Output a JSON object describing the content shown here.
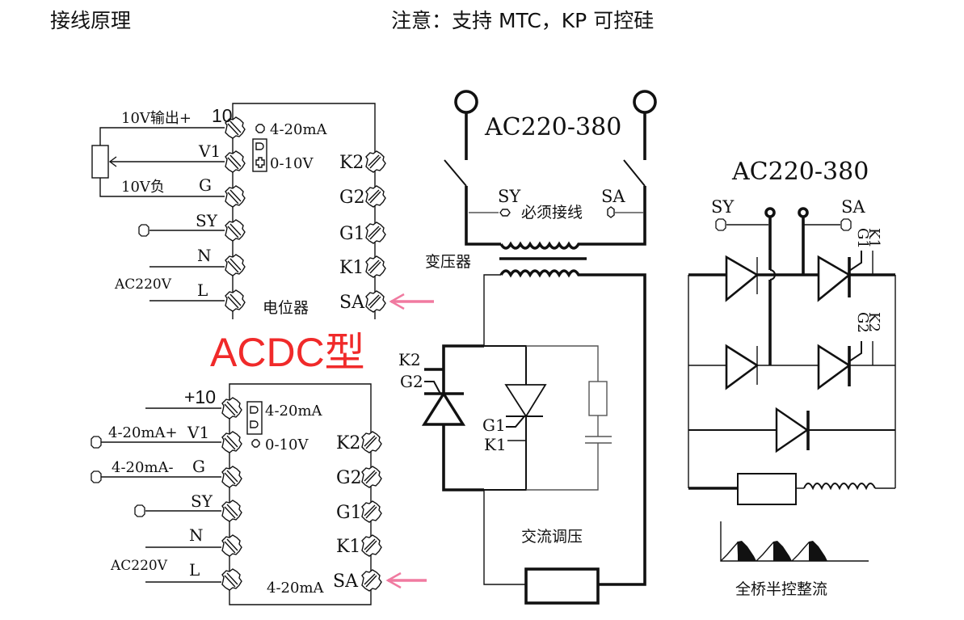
{
  "header": {
    "title": "接线原理",
    "note": "注意：支持 MTC，KP 可控硅"
  },
  "colors": {
    "line": "#111111",
    "accent_red": "#f02a2a",
    "arrow_pink": "#f07aa0"
  },
  "model_label": "ACDC型",
  "board_top": {
    "left_terminals": [
      "+10",
      "V1",
      "G",
      "SY",
      "N",
      "L"
    ],
    "right_terminals": [
      "K2",
      "G2",
      "G1",
      "K1",
      "SA"
    ],
    "wire_labels": {
      "plus10": "10V输出",
      "gnd": "10V负",
      "ac": "AC220V"
    },
    "jumper_options": [
      "4-20mA",
      "0-10V"
    ],
    "caption": "电位器"
  },
  "board_bottom": {
    "left_terminals": [
      "+10",
      "V1",
      "G",
      "SY",
      "N",
      "L"
    ],
    "right_terminals": [
      "K2",
      "G2",
      "G1",
      "K1",
      "SA"
    ],
    "wire_labels": {
      "v1": "4-20mA+",
      "g": "4-20mA-",
      "ac": "AC220V"
    },
    "jumper_options": [
      "4-20mA",
      "0-10V"
    ],
    "caption": "4-20mA"
  },
  "ac_regulator": {
    "supply": "AC220-380",
    "sy": "SY",
    "sa": "SA",
    "must_wire": "必须接线",
    "transformer": "变压器",
    "k2": "K2",
    "g2": "G2",
    "g1": "G1",
    "k1": "K1",
    "caption": "交流调压"
  },
  "half_bridge": {
    "supply": "AC220-380",
    "sy": "SY",
    "sa": "SA",
    "k1": "K1",
    "g1": "G1",
    "k2": "K2",
    "g2": "G2",
    "caption": "全桥半控整流"
  }
}
